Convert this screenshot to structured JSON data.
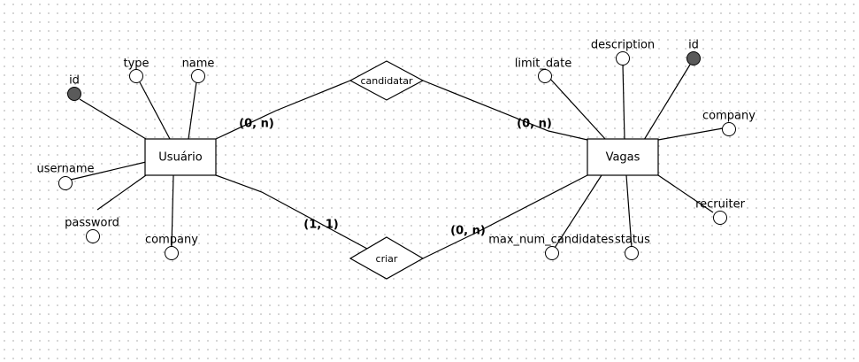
{
  "diagram": {
    "colors": {
      "line": "#000000",
      "key_attribute_fill": "#5a5a5a",
      "attribute_fill": "#ffffff"
    },
    "entities": [
      {
        "id": "usuario",
        "label": "Usuário"
      },
      {
        "id": "vagas",
        "label": "Vagas"
      }
    ],
    "relationships": [
      {
        "id": "candidatar",
        "label": "candidatar"
      },
      {
        "id": "criar",
        "label": "criar"
      }
    ],
    "cardinalities": {
      "usuario_candidatar": "(0, n)",
      "vagas_candidatar": "(0, n)",
      "usuario_criar": "(1, 1)",
      "vagas_criar": "(0, n)"
    },
    "usuario_attributes": {
      "id": "id",
      "type": "type",
      "name": "name",
      "username": "username",
      "password": "password",
      "company": "company"
    },
    "vagas_attributes": {
      "limit_date": "limit_date",
      "description": "description",
      "id": "id",
      "company": "company",
      "recruiter": "recruiter",
      "max_num_candidates": "max_num_candidates",
      "status": "status"
    }
  }
}
